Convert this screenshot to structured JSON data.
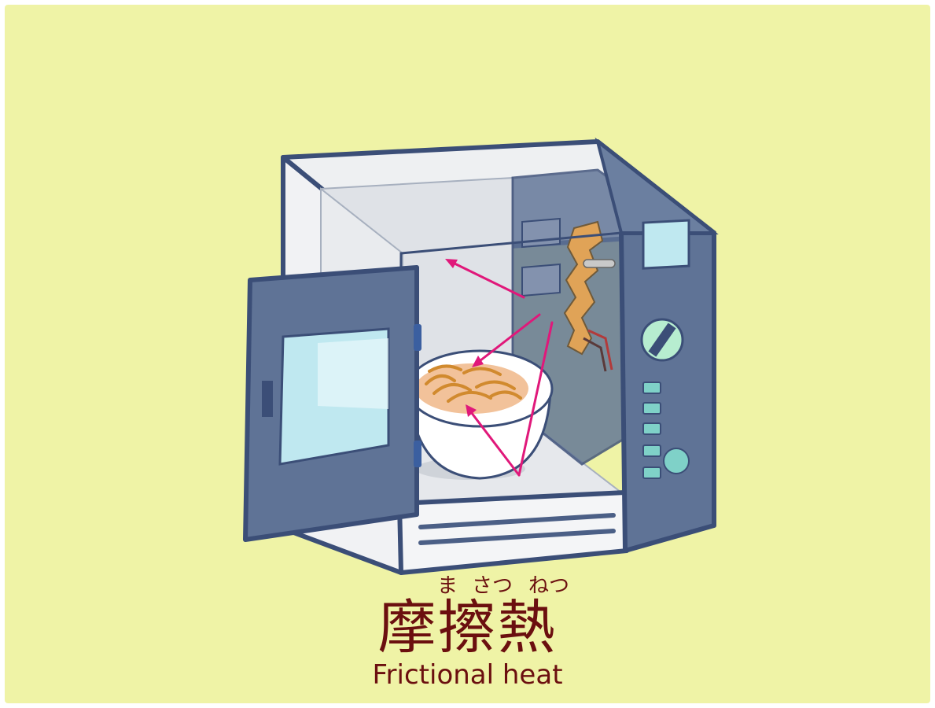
{
  "colors": {
    "background": "#eff3a6",
    "body_dark": "#5f7396",
    "body_outline": "#3b4e77",
    "cavity_light": "#e3e6ea",
    "arrow": "#e0187a",
    "text": "#6b0f0f"
  },
  "icons": [
    "microwave-oven-illustration",
    "bowl-of-noodles",
    "microwave-arrows"
  ],
  "caption": {
    "furigana": [
      "ま",
      "さつ",
      "ねつ"
    ],
    "kanji": "摩擦熱",
    "english": "Frictional heat"
  }
}
